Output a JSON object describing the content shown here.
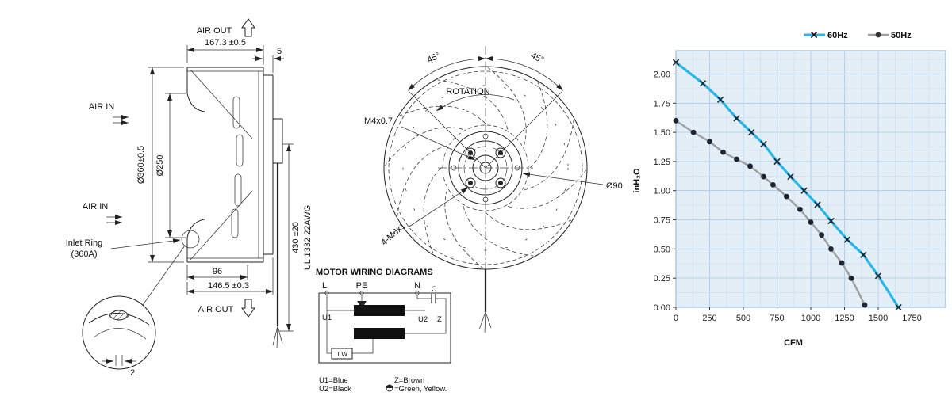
{
  "side_view": {
    "air_out_top": "AIR OUT",
    "dim_width": "167.3 ±0.5",
    "dim_plate": "5",
    "air_in_upper": "AIR IN",
    "air_in_lower": "AIR IN",
    "dim_outer_dia": "Ø360±0.5",
    "dim_inlet_dia": "Ø250",
    "inlet_ring_line1": "Inlet Ring",
    "inlet_ring_line2": "(360A)",
    "dim_depth": "96",
    "dim_base": "146.5 ±0.3",
    "air_out_bottom": "AIR OUT",
    "dim_cable_length": "430 ±20",
    "cable_spec": "UL 1332 22AWG",
    "dim_ring_thickness": "2"
  },
  "front_view": {
    "angle_left": "45°",
    "angle_right": "45°",
    "rotation": "ROTATION",
    "center_thread": "M4x0.7",
    "mount_holes": "4-M6x1",
    "hub_dia": "Ø90"
  },
  "wiring": {
    "title": "MOTOR WIRING DIAGRAMS",
    "terminal_l": "L",
    "terminal_pe": "PE",
    "terminal_n": "N",
    "cap": "C",
    "u1": "U1",
    "u2": "U2",
    "z": "Z",
    "tw": "T.W",
    "legend_u1": "U1=Blue",
    "legend_u2": "U2=Black",
    "legend_z": "Z=Brown",
    "legend_gy": "=Green, Yellow."
  },
  "chart_data": {
    "type": "line",
    "title": "",
    "xlabel": "CFM",
    "ylabel": "inH₂O",
    "xlim": [
      0,
      2000
    ],
    "ylim": [
      0,
      2.2
    ],
    "grid": true,
    "legend_position": "top-right",
    "x_ticks": [
      "0",
      "250",
      "500",
      "750",
      "1000",
      "1250",
      "1500",
      "1750"
    ],
    "x_tick_values": [
      0,
      250,
      500,
      750,
      1000,
      1250,
      1500,
      1750
    ],
    "y_ticks": [
      "0.00",
      "0.25",
      "0.50",
      "0.75",
      "1.00",
      "1.25",
      "1.50",
      "1.75",
      "2.00"
    ],
    "y_tick_values": [
      0,
      0.25,
      0.5,
      0.75,
      1,
      1.25,
      1.5,
      1.75,
      2
    ],
    "colors": {
      "plot_bg": "#e4eef7",
      "grid_minor": "#d3e2f1",
      "grid_major": "#b7d0e7",
      "border": "#9cbcda",
      "marker": "#1b2430",
      "series_60hz": "#29b6e8",
      "series_50hz": "#a0a0a0"
    },
    "series": [
      {
        "name": "60Hz",
        "marker": "x",
        "color": "#29b6e8",
        "stroke_width": 3.2,
        "points": [
          [
            0,
            2.1
          ],
          [
            200,
            1.92
          ],
          [
            330,
            1.78
          ],
          [
            450,
            1.62
          ],
          [
            560,
            1.5
          ],
          [
            650,
            1.4
          ],
          [
            750,
            1.25
          ],
          [
            850,
            1.12
          ],
          [
            950,
            1.0
          ],
          [
            1050,
            0.88
          ],
          [
            1150,
            0.74
          ],
          [
            1270,
            0.58
          ],
          [
            1390,
            0.45
          ],
          [
            1500,
            0.27
          ],
          [
            1650,
            0.0
          ]
        ]
      },
      {
        "name": "50Hz",
        "marker": "dot",
        "color": "#a0a0a0",
        "stroke_width": 2.4,
        "points": [
          [
            0,
            1.6
          ],
          [
            130,
            1.5
          ],
          [
            250,
            1.42
          ],
          [
            350,
            1.33
          ],
          [
            450,
            1.27
          ],
          [
            550,
            1.21
          ],
          [
            650,
            1.12
          ],
          [
            720,
            1.05
          ],
          [
            820,
            0.95
          ],
          [
            920,
            0.84
          ],
          [
            1000,
            0.73
          ],
          [
            1080,
            0.62
          ],
          [
            1150,
            0.5
          ],
          [
            1230,
            0.38
          ],
          [
            1300,
            0.25
          ],
          [
            1400,
            0.02
          ]
        ]
      }
    ]
  }
}
